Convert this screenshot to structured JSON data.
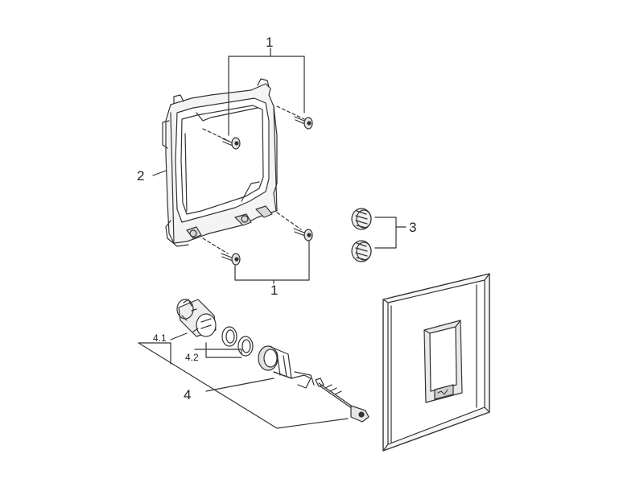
{
  "diagram": {
    "callouts": {
      "screws_top": "1",
      "screws_bottom": "1",
      "frame": "2",
      "springs": "3",
      "valve": "4",
      "sub_4_1": "4.1",
      "sub_4_2": "4.2"
    },
    "colors": {
      "line": "#333333",
      "fill_light": "#f2f2f2",
      "fill_mid": "#d9d9d9",
      "fill_dark": "#9a9a9a"
    }
  }
}
